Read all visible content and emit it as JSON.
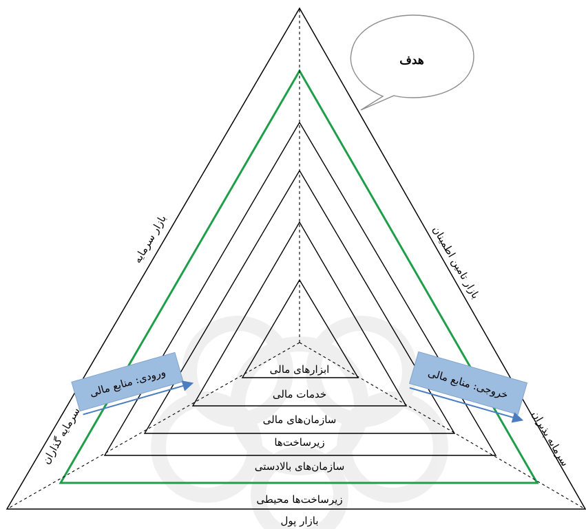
{
  "goal_label": "هدف",
  "layers": [
    "ابزارهای مالی",
    "خدمات مالی",
    "سازمان‌های مالی",
    "زیرساخت‌ها",
    "سازمان‌های بالادستی",
    "زیرساخت‌ها محیطی",
    "بازار پول"
  ],
  "sides": {
    "left": "بازار سرمایه",
    "right": "بازار تامین اطمینان"
  },
  "corners": {
    "left": "سرمایه گذاران",
    "right": "سرمایه پذیران"
  },
  "flows": {
    "input": "ورودی: منابع مالی",
    "output": "خروجی: منابع مالی"
  },
  "colors": {
    "lines": "#000000",
    "highlight_triangle": "#1f9e4a",
    "flow_box": "#9dbde0",
    "flow_arrow": "#4a7cc0",
    "bubble_stroke": "#8c8c8c",
    "watermark": "#e3e3e3"
  }
}
